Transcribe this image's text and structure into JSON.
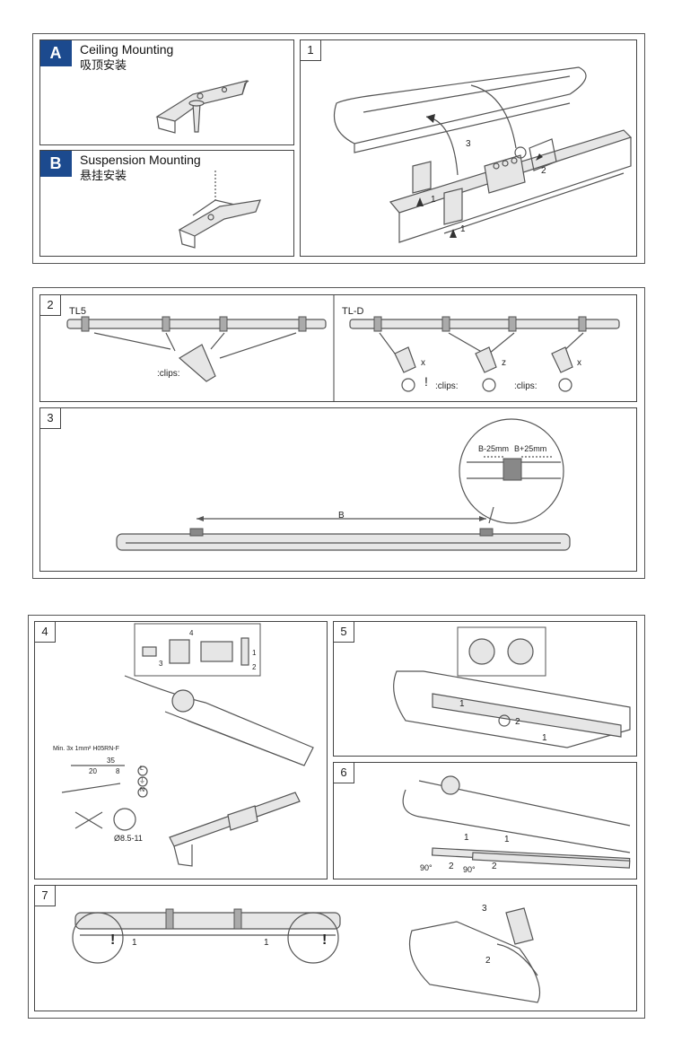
{
  "panelA": {
    "letter": "A",
    "title_en": "Ceiling Mounting",
    "title_zh": "吸顶安装"
  },
  "panelB": {
    "letter": "B",
    "title_en": "Suspension Mounting",
    "title_zh": "悬挂安装"
  },
  "panel1": {
    "num": "1",
    "arrow3": "3",
    "arrow1a": "1",
    "arrow1b": "1",
    "arrow2": "2"
  },
  "panel2": {
    "num": "2",
    "tl5": "TL5",
    "tld": "TL-D",
    "clips": ":clips:",
    "x1": "x",
    "z": "z",
    "x2": "x",
    "excl": "!"
  },
  "panel3": {
    "num": "3",
    "b": "B",
    "bminus": "B-25mm",
    "bplus": "B+25mm"
  },
  "panel4": {
    "num": "4",
    "cable": "Min. 3x 1mm² H05RN-F",
    "d35": "35",
    "d20": "20",
    "d8": "8",
    "L": "L",
    "E": "⏚",
    "N": "N",
    "diam": "Ø8.5-11",
    "s3": "3",
    "s4": "4",
    "s1": "1",
    "s2": "2"
  },
  "panel5": {
    "num": "5",
    "s1a": "1",
    "s1b": "1",
    "s2": "2"
  },
  "panel6": {
    "num": "6",
    "s1a": "1",
    "s1b": "1",
    "s2a": "2",
    "s2b": "2",
    "deg1": "90°",
    "deg2": "90°"
  },
  "panel7": {
    "num": "7",
    "s1a": "1",
    "s1b": "1",
    "s2": "2",
    "s3": "3",
    "excl": "!"
  }
}
